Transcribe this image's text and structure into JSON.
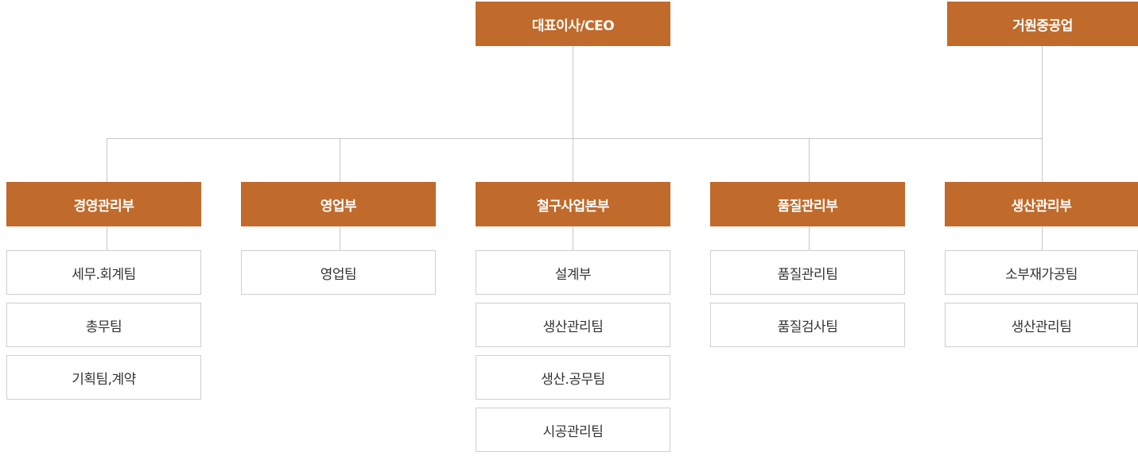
{
  "top": {
    "ceo": "대표이사/CEO",
    "affiliate": "거원중공업"
  },
  "departments": [
    {
      "name": "경영관리부",
      "teams": [
        "세무.회계팀",
        "총무팀",
        "기획팀,계약"
      ]
    },
    {
      "name": "영업부",
      "teams": [
        "영업팀"
      ]
    },
    {
      "name": "철구사업본부",
      "teams": [
        "설계부",
        "생산관리팀",
        "생산.공무팀",
        "시공관리팀"
      ]
    },
    {
      "name": "품질관리부",
      "teams": [
        "품질관리팀",
        "품질검사팀"
      ]
    },
    {
      "name": "생산관리부",
      "teams": [
        "소부재가공팀",
        "생산관리팀"
      ]
    }
  ],
  "colors": {
    "header_fill": "#c06a2b",
    "header_text": "#ffffff",
    "team_border": "#cfcfcf",
    "connector": "#c8c8c8"
  }
}
